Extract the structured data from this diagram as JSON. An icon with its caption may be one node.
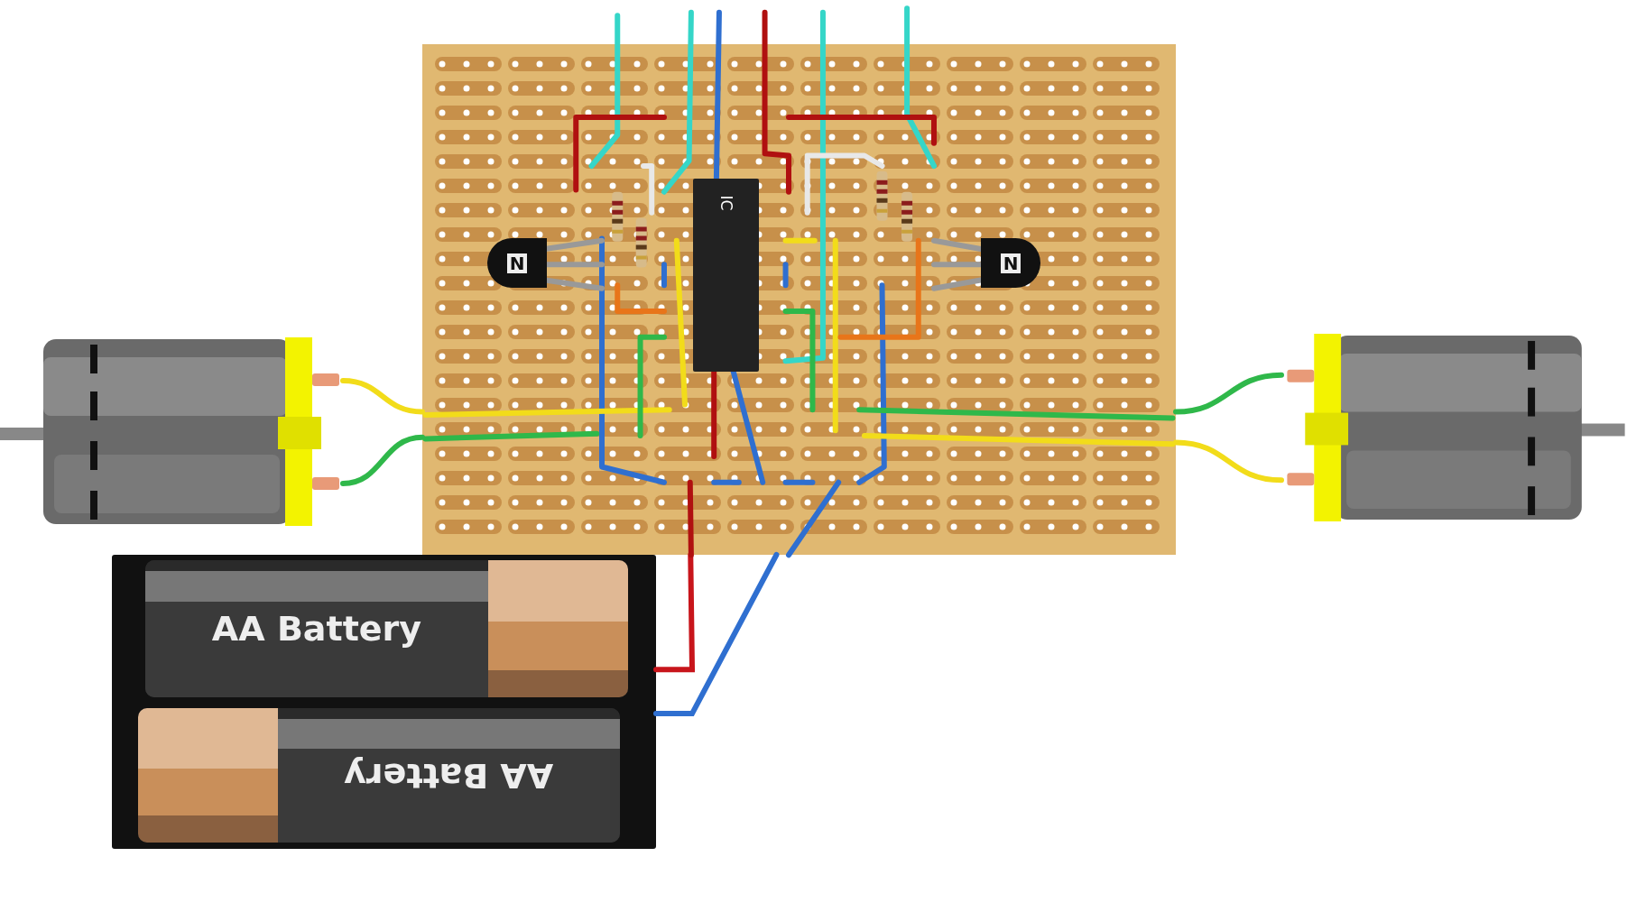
{
  "diagram": {
    "nodes": [
      {
        "text": [],
        "shape": "box"
      },
      {
        "text": [
          "IC"
        ],
        "in": 0
      },
      {
        "text": [
          "N"
        ],
        "in": 0
      },
      {
        "text": [
          "N"
        ],
        "in": 0
      },
      {
        "text": [],
        "shape": "picture"
      },
      {
        "text": [],
        "shape": "picture"
      },
      {
        "text": [],
        "shape": "box"
      },
      {
        "text": [
          "AA Battery"
        ],
        "in": 6
      },
      {
        "text": [
          "AA Battery"
        ],
        "in": 6
      }
    ],
    "edges": [
      {
        "from": 4,
        "to": 0,
        "arrow": "none",
        "color": "#f2dc1a"
      },
      {
        "from": 4,
        "to": 0,
        "arrow": "none",
        "color": "#2fb84a"
      },
      {
        "from": 5,
        "to": 0,
        "arrow": "none",
        "color": "#2fb84a"
      },
      {
        "from": 5,
        "to": 0,
        "arrow": "none",
        "color": "#f2dc1a"
      },
      {
        "from": 6,
        "to": 0,
        "arrow": "none",
        "color": "#c8151b"
      },
      {
        "from": 6,
        "to": 0,
        "arrow": "none",
        "color": "#2f6fd0"
      }
    ]
  }
}
